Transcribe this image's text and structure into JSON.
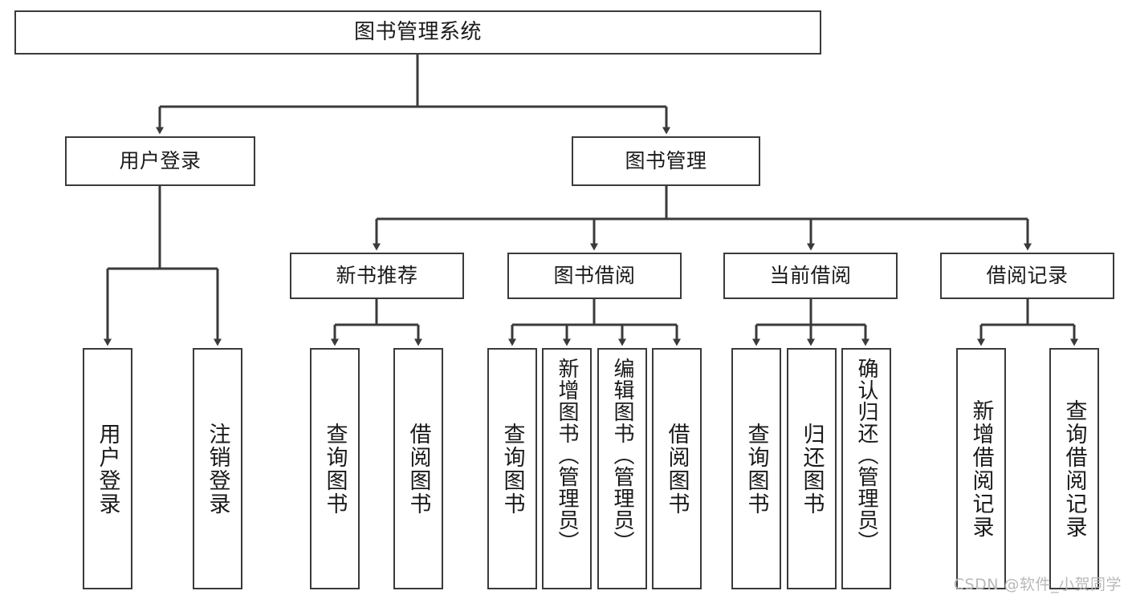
{
  "diagram": {
    "title": "图书管理系统",
    "type": "tree-structure-chart",
    "root": {
      "id": "root",
      "label": "图书管理系统"
    },
    "level2": [
      {
        "id": "user-login",
        "label": "用户登录"
      },
      {
        "id": "book-manage",
        "label": "图书管理"
      }
    ],
    "level3": [
      {
        "id": "new-book-recommend",
        "label": "新书推荐"
      },
      {
        "id": "book-borrow",
        "label": "图书借阅"
      },
      {
        "id": "current-borrow",
        "label": "当前借阅"
      },
      {
        "id": "borrow-record",
        "label": "借阅记录"
      }
    ],
    "leaves": {
      "user_login": [
        {
          "id": "leaf-user-login",
          "label": "用户登录"
        },
        {
          "id": "leaf-logout",
          "label": "注销登录"
        }
      ],
      "new_book_recommend": [
        {
          "id": "leaf-query-book-1",
          "label": "查询图书"
        },
        {
          "id": "leaf-borrow-book-1",
          "label": "借阅图书"
        }
      ],
      "book_borrow": [
        {
          "id": "leaf-query-book-2",
          "label": "查询图书"
        },
        {
          "id": "leaf-add-book",
          "label": "新增图书（管理员）"
        },
        {
          "id": "leaf-edit-book",
          "label": "编辑图书（管理员）"
        },
        {
          "id": "leaf-borrow-book-2",
          "label": "借阅图书"
        }
      ],
      "current_borrow": [
        {
          "id": "leaf-query-book-3",
          "label": "查询图书"
        },
        {
          "id": "leaf-return-book",
          "label": "归还图书"
        },
        {
          "id": "leaf-confirm-return",
          "label": "确认归还（管理员）"
        }
      ],
      "borrow_record": [
        {
          "id": "leaf-add-record",
          "label": "新增借阅记录"
        },
        {
          "id": "leaf-query-record",
          "label": "查询借阅记录"
        }
      ]
    }
  },
  "watermark": {
    "text": "CSDN @软件_小贺同学"
  },
  "colors": {
    "stroke": "#3a3a3a",
    "box_fill": "#ffffff",
    "text": "#1a1a1a",
    "watermark": "#b9b9b9",
    "background": "#ffffff"
  }
}
